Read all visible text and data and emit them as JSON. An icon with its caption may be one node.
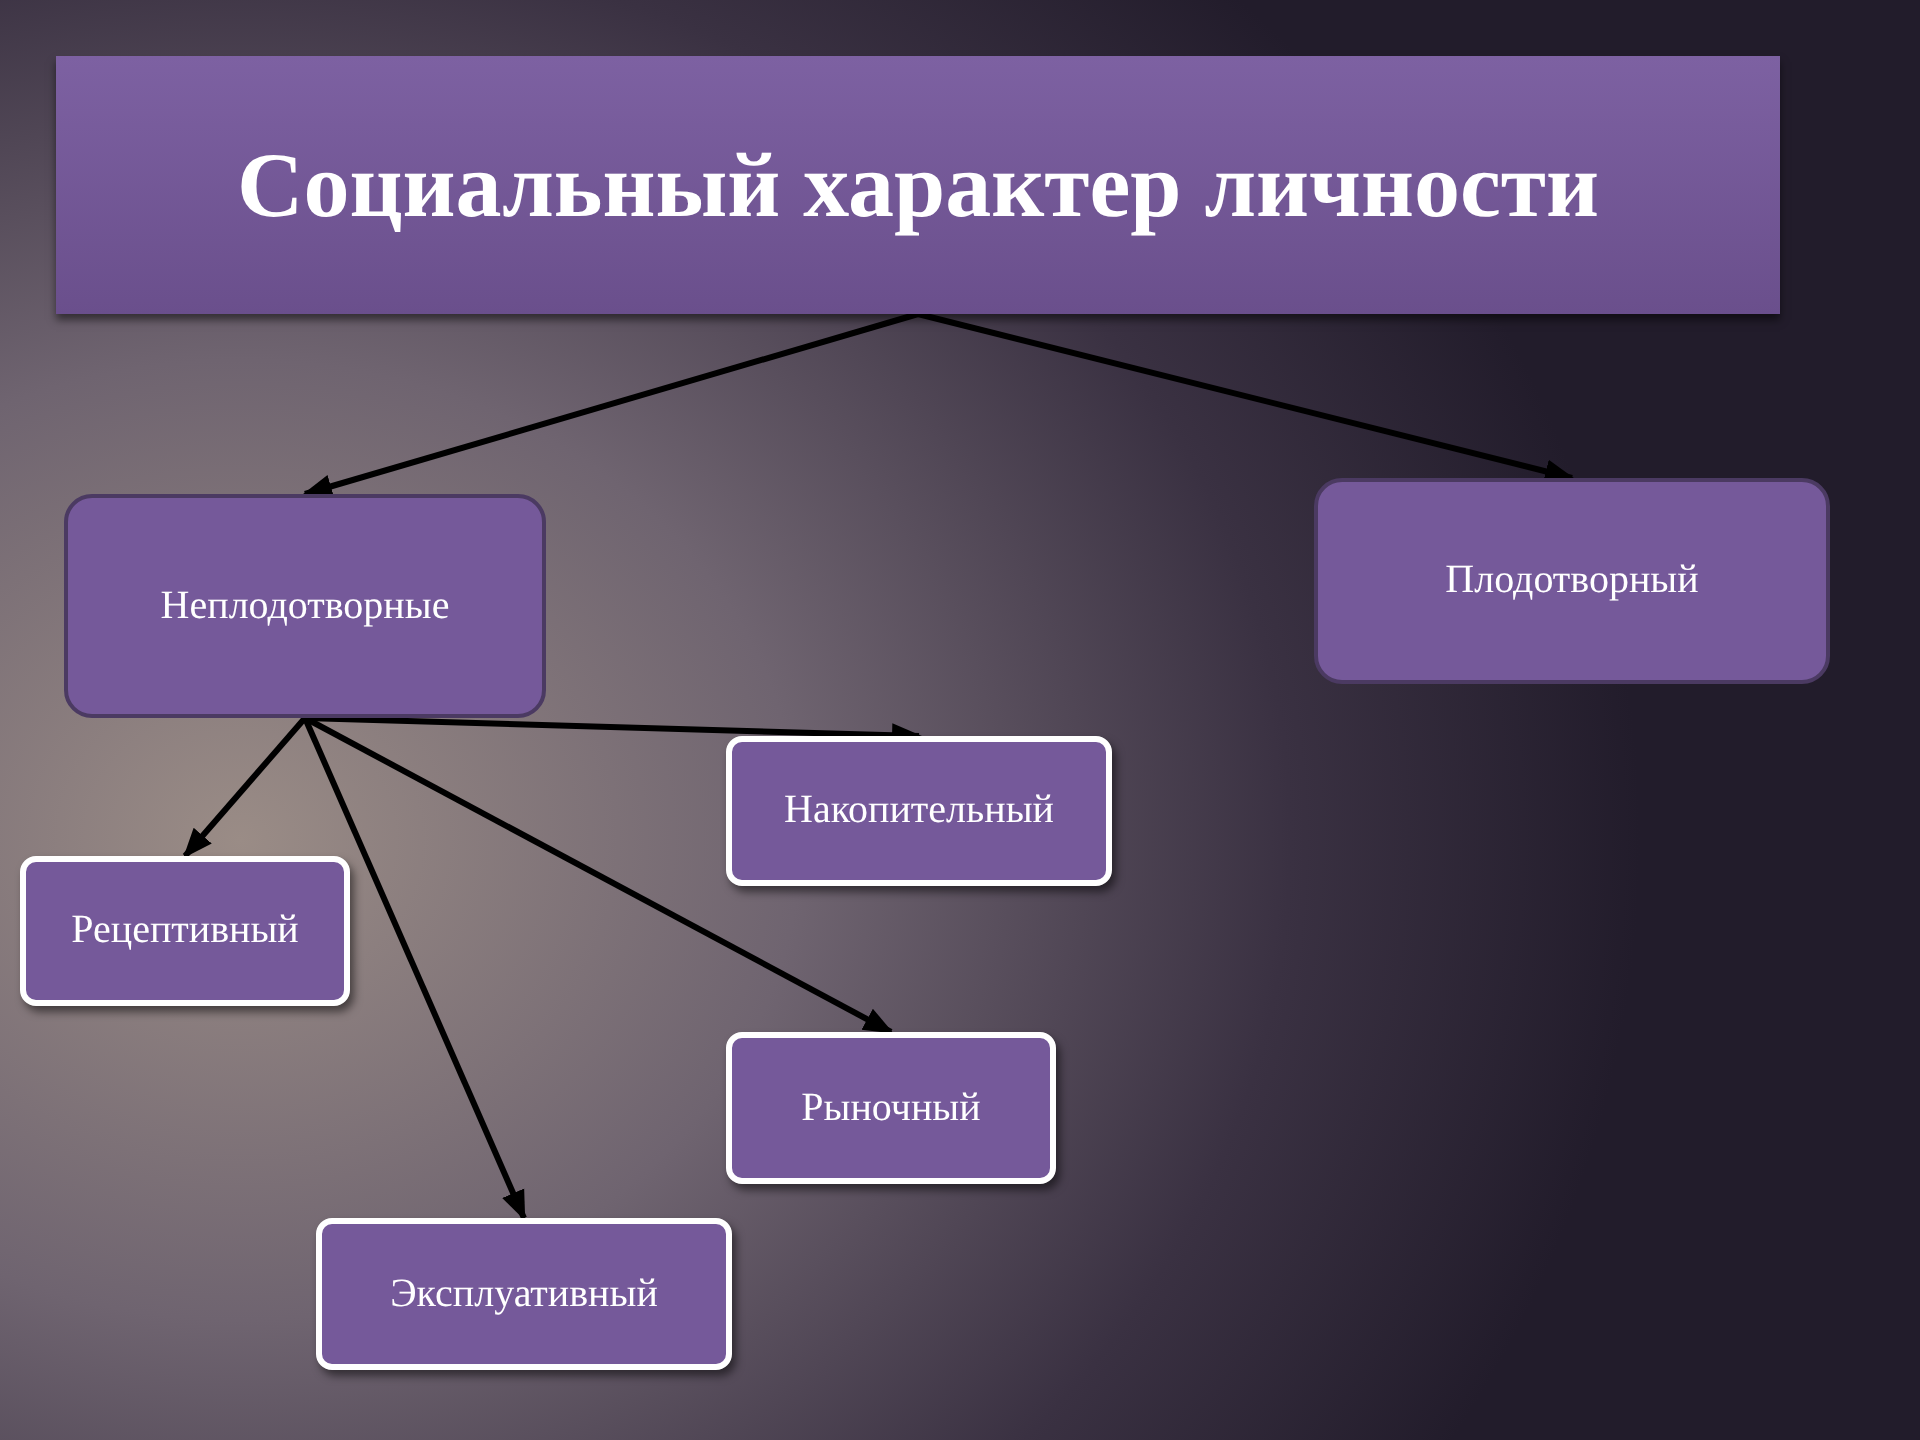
{
  "diagram": {
    "nodes": [
      {
        "text": [
          "Социальный характер личности"
        ]
      },
      {
        "text": [
          "Неплодотворные"
        ]
      },
      {
        "text": [
          "Плодотворный"
        ]
      },
      {
        "text": [
          "Накопительный"
        ]
      },
      {
        "text": [
          "Рецептивный"
        ]
      },
      {
        "text": [
          "Рыночный"
        ]
      },
      {
        "text": [
          "Эксплуативный"
        ]
      }
    ],
    "edges": [
      {
        "from": 0,
        "to": 1,
        "arrow": "to"
      },
      {
        "from": 0,
        "to": 2,
        "arrow": "to"
      },
      {
        "from": 1,
        "to": 3,
        "arrow": "to"
      },
      {
        "from": 1,
        "to": 4,
        "arrow": "to"
      },
      {
        "from": 1,
        "to": 5,
        "arrow": "to"
      },
      {
        "from": 1,
        "to": 6,
        "arrow": "to"
      }
    ]
  }
}
